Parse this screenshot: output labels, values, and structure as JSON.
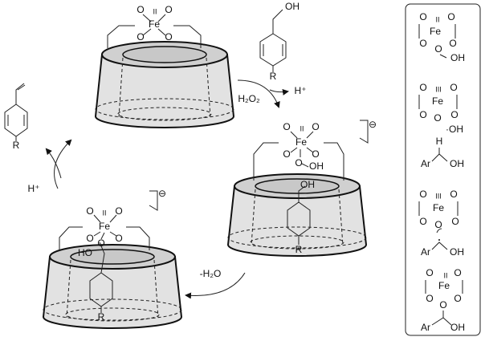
{
  "cycle": {
    "complex_top": {
      "O1": "O",
      "ox": "II",
      "O2": "O",
      "Fe": "Fe",
      "O3": "O",
      "O4": "O"
    },
    "substrate": {
      "OH": "OH",
      "R": "R"
    },
    "step1": {
      "reagent": "H₂O₂",
      "product": "H⁺"
    },
    "complex_right": {
      "O1": "O",
      "ox": "II",
      "O2": "O",
      "Fe": "Fe",
      "O3": "O",
      "O4": "O",
      "peroxo": "O",
      "OH": "OH",
      "inner_OH": "OH",
      "R": "R",
      "charge": "⊖"
    },
    "step2": {
      "loss": "-H₂O"
    },
    "complex_left": {
      "O1": "O",
      "ox": "II",
      "O2": "O",
      "Fe": "Fe",
      "O3": "O",
      "O4": "O",
      "Oax": "O",
      "HO": "HO",
      "R": "R",
      "charge": "⊖"
    },
    "step3": {
      "proton": "H⁺"
    },
    "product": {
      "R": "R"
    }
  },
  "mechanism_panel": {
    "s1": {
      "O1": "O",
      "ox": "II",
      "O2": "O",
      "Fe": "Fe",
      "O3": "O",
      "O4": "O",
      "O5": "O",
      "OH": "OH"
    },
    "s2": {
      "O1": "O",
      "ox": "III",
      "O2": "O",
      "Fe": "Fe",
      "O3": "O",
      "O4": "O",
      "O5": "O",
      "OH": "·OH",
      "H": "H",
      "Ar": "Ar",
      "OH2": "OH"
    },
    "s3": {
      "O1": "O",
      "ox": "III",
      "O2": "O",
      "Fe": "Fe",
      "O3": "O",
      "O4": "O",
      "O5": "O",
      "Ar": "Ar",
      "OH": "OH"
    },
    "s4": {
      "O1": "O",
      "ox": "II",
      "O2": "O",
      "Fe": "Fe",
      "O3": "O",
      "O4": "O",
      "O5": "O",
      "Ar": "Ar",
      "OH": "OH"
    }
  }
}
